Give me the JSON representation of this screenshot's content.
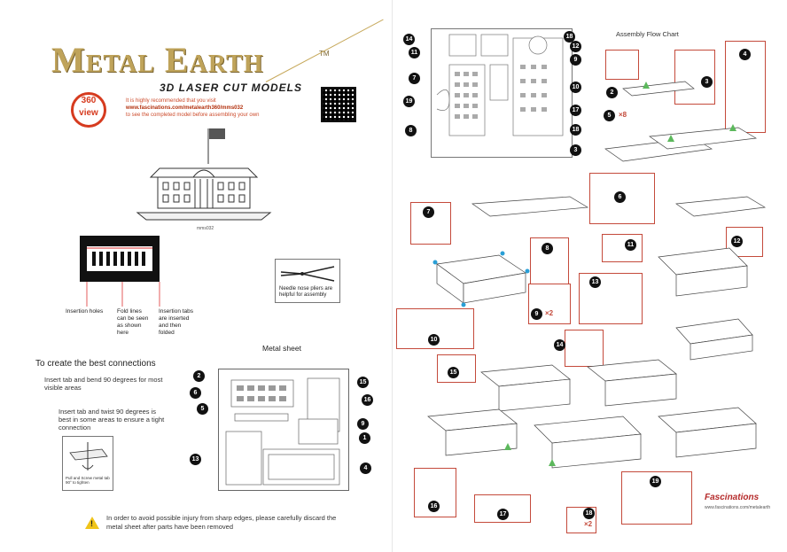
{
  "brand": {
    "name": "Metal Earth",
    "tm": "TM",
    "subtitle": "3D LASER CUT MODELS",
    "badge": "360 view",
    "visit_line1": "It is highly recommended that you visit",
    "visit_url": "www.fascinations.com/metalearth360/mms032",
    "visit_line2": "to see the completed model before assembling your own"
  },
  "model_code": "mms032",
  "insertion": {
    "holes": "Insertion holes",
    "fold_lines": "Fold lines can be seen as shown here",
    "tabs": "Insertion tabs are inserted and then folded"
  },
  "pliers_note": "Needle nose pliers are helpful for assembly",
  "metal_sheet": {
    "title": "Metal sheet"
  },
  "connections": {
    "title": "To create the best connections",
    "tip1": "Insert tab and bend 90 degrees for most visible areas",
    "tip2": "Insert tab and twist 90 degrees is best in some areas to ensure a tight connection",
    "twist_note": "Pull and Screw metal tab 90° to tighten"
  },
  "warning": "In order to avoid possible injury from sharp edges, please carefully discard the metal sheet after parts have been removed",
  "flow_chart": {
    "title": "Assembly Flow Chart"
  },
  "multipliers": {
    "p5": "×8",
    "p9": "×2",
    "p18": "×2"
  },
  "footer": {
    "brand": "Fascinations",
    "url": "www.fascinations.com/metalearth"
  },
  "part_numbers": [
    "1",
    "2",
    "3",
    "4",
    "5",
    "6",
    "7",
    "8",
    "9",
    "10",
    "11",
    "12",
    "13",
    "14",
    "15",
    "16",
    "17",
    "18",
    "19"
  ],
  "colors": {
    "gold": "#bfa35a",
    "red_accent": "#c44a3b",
    "badge_red": "#d63b1f",
    "warning_yellow": "#f0c419"
  }
}
